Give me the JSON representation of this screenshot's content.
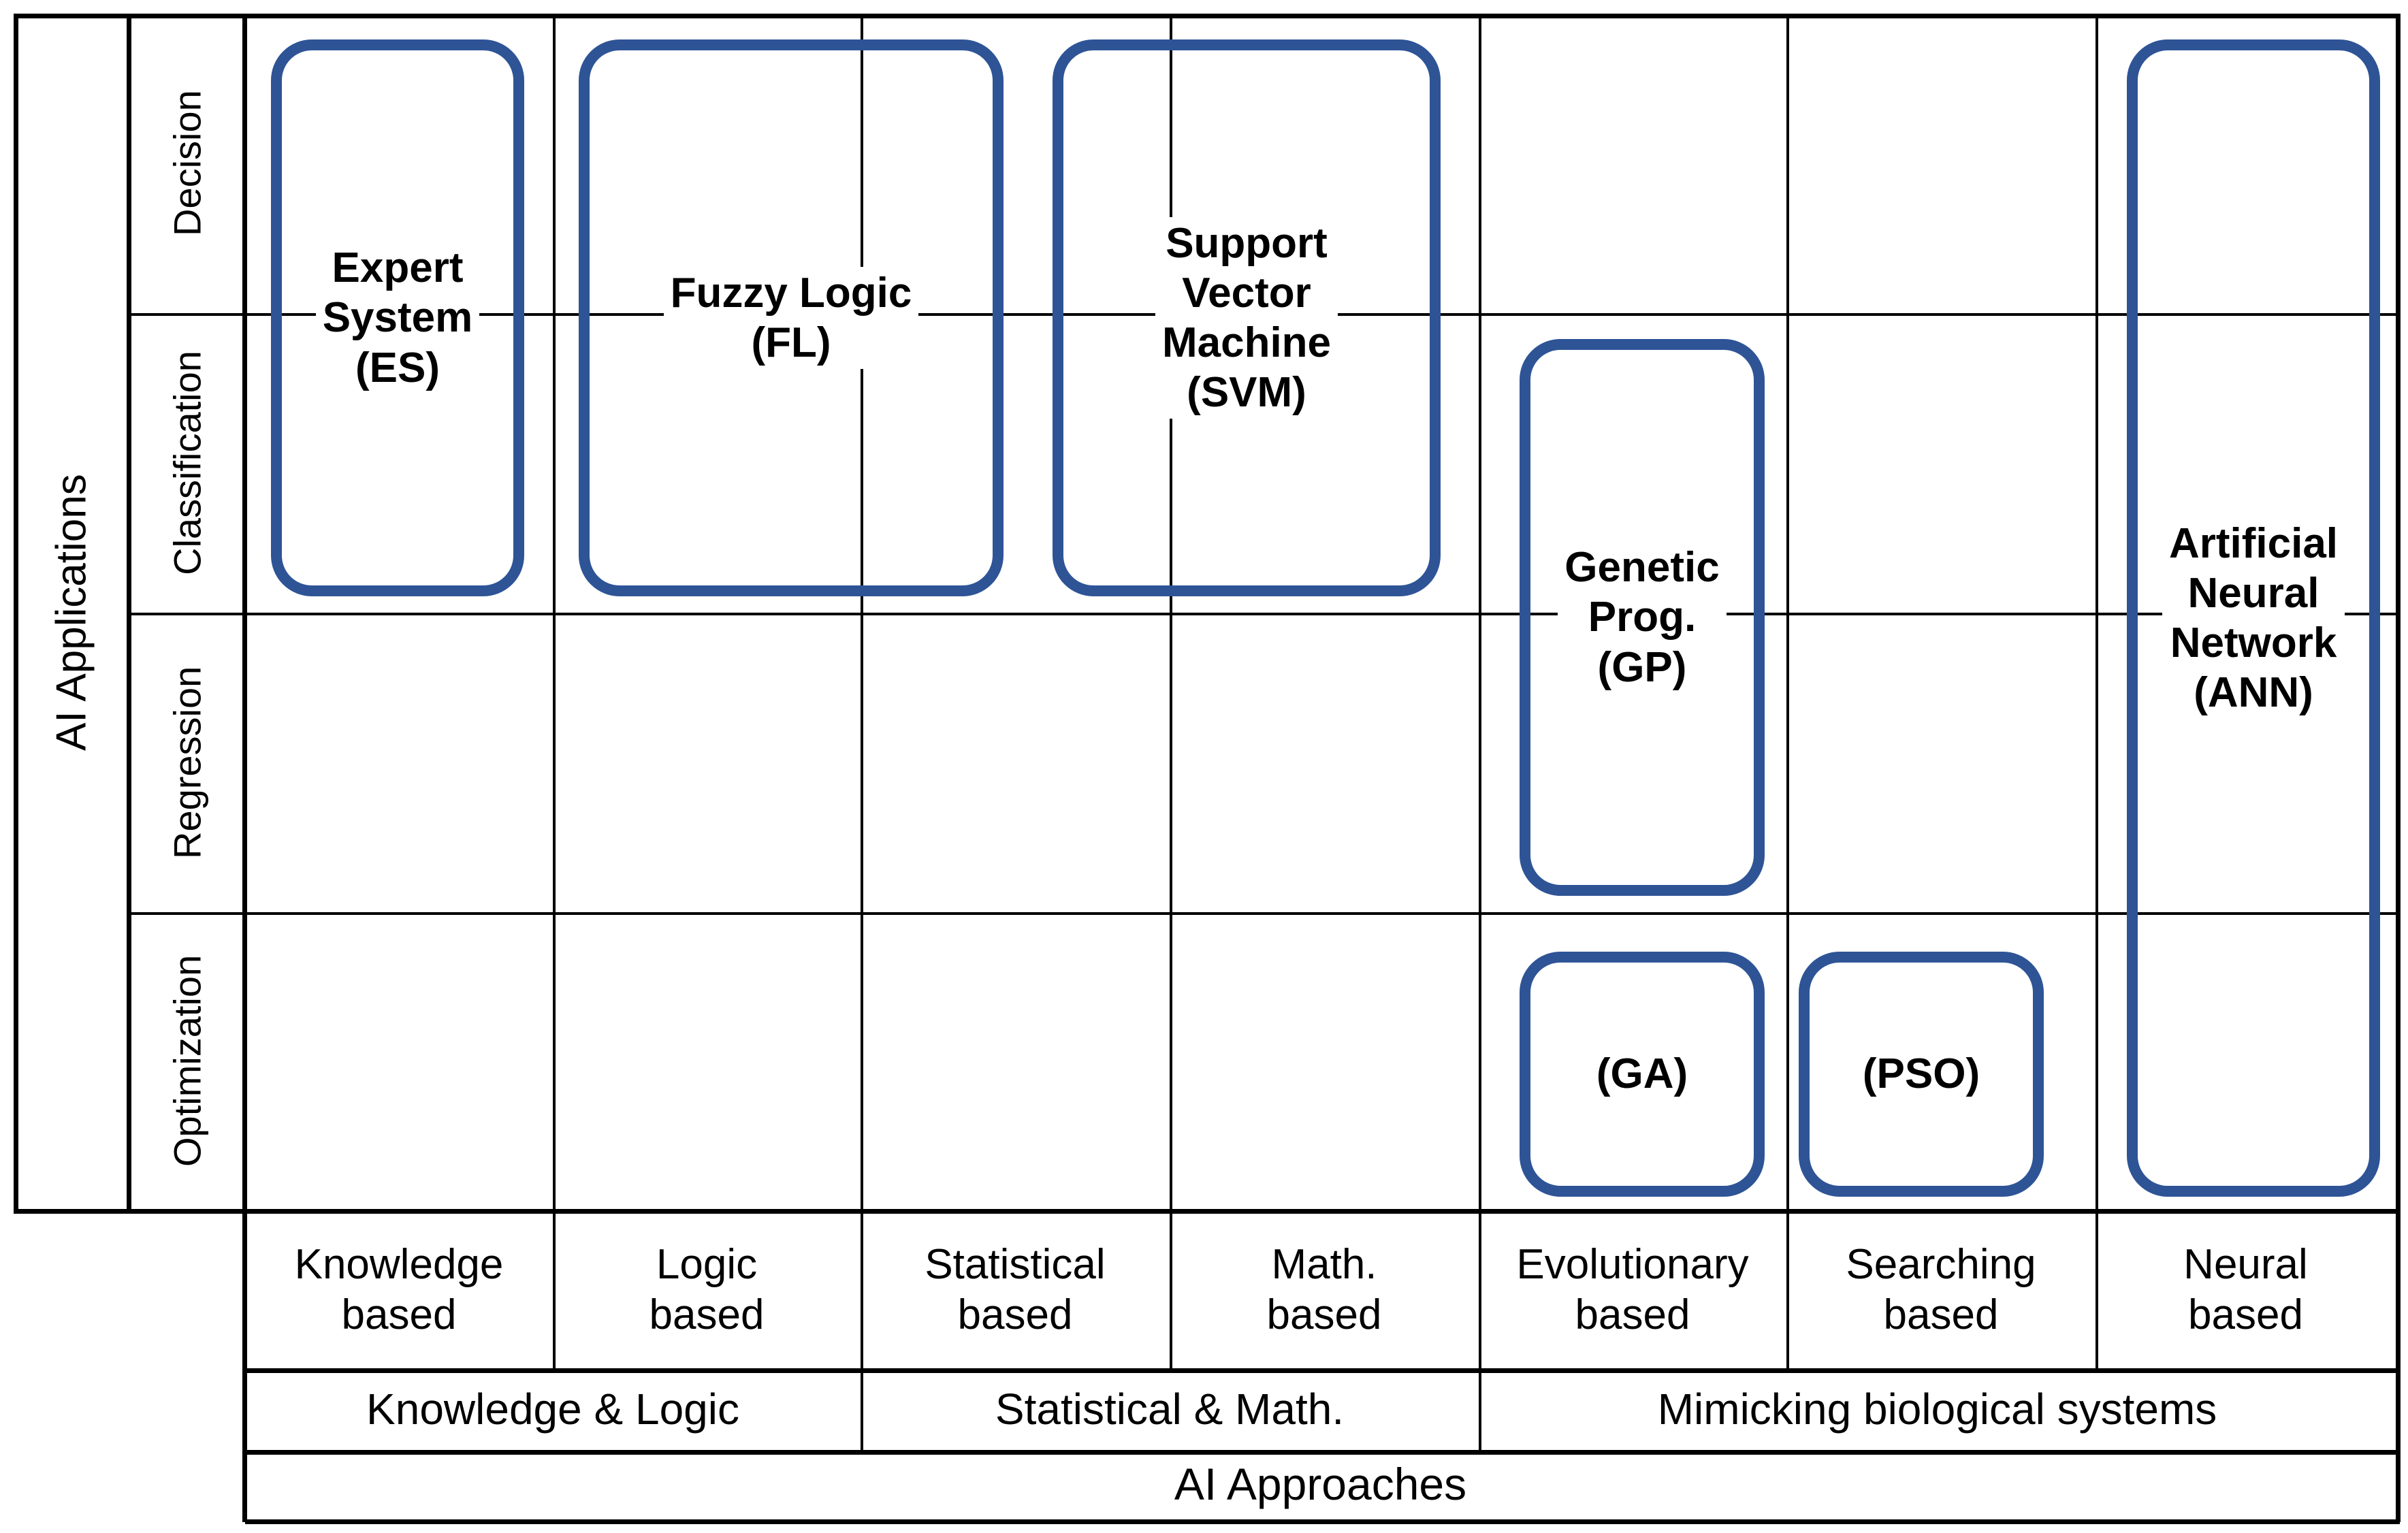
{
  "diagram": {
    "axis_y_title": "AI Applications",
    "axis_x_title": "AI Approaches",
    "accent_color": "#2E5496",
    "grid_color": "#000000",
    "application_rows": [
      "Decision",
      "Classification",
      "Regression",
      "Optimization"
    ],
    "approach_columns": [
      "Knowledge\nbased",
      "Logic\nbased",
      "Statistical\nbased",
      "Math.\nbased",
      "Evolutionary\nbased",
      "Searching\nbased",
      "Neural\nbased"
    ],
    "approach_groups": [
      "Knowledge & Logic",
      "Statistical & Math.",
      "Mimicking biological systems"
    ],
    "nodes": [
      {
        "id": "es",
        "label": "Expert\nSystem\n(ES)"
      },
      {
        "id": "fl",
        "label": "Fuzzy Logic\n(FL)"
      },
      {
        "id": "svm",
        "label": "Support\nVector\nMachine\n(SVM)"
      },
      {
        "id": "gp",
        "label": "Genetic\nProg.\n(GP)"
      },
      {
        "id": "ga",
        "label": "(GA)"
      },
      {
        "id": "pso",
        "label": "(PSO)"
      },
      {
        "id": "ann",
        "label": "Artificial\nNeural\nNetwork\n(ANN)"
      }
    ]
  }
}
